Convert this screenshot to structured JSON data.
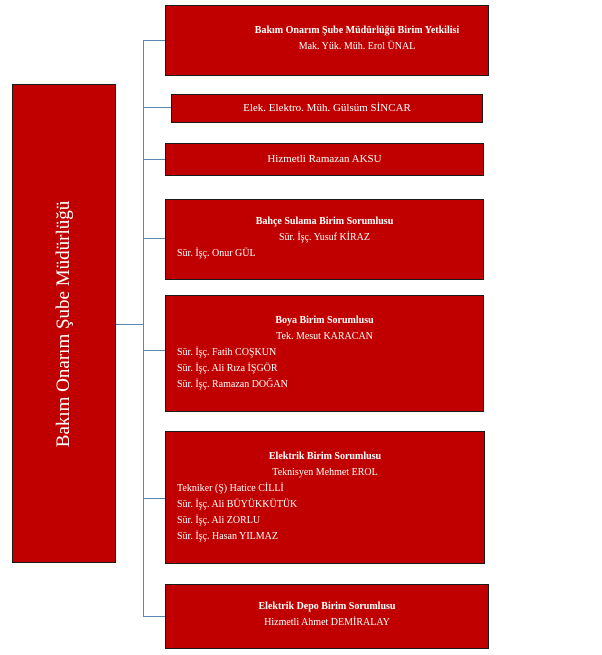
{
  "main_unit": "Bakım Onarım Şube Müdürlüğü",
  "boxes": [
    {
      "title": "Bakım Onarım Şube Müdürlüğü Birim Yetkilisi",
      "head": "Mak. Yük. Müh. Erol ÜNAL",
      "members": []
    },
    {
      "title": "",
      "head": "Elek. Elektro. Müh. Gülsüm SİNCAR",
      "members": []
    },
    {
      "title": "",
      "head": "Hizmetli Ramazan AKSU",
      "members": []
    },
    {
      "title": "Bahçe Sulama Birim Sorumlusu",
      "head": "Sür. İşç. Yusuf KİRAZ",
      "members": [
        "Sür. İşç. Onur GÜL"
      ]
    },
    {
      "title": "Boya Birim Sorumlusu",
      "head": "Tek. Mesut KARACAN",
      "members": [
        "Sür. İşç. Fatih COŞKUN",
        "Sür. İşç. Ali Rıza İŞGÖR",
        "Sür. İşç. Ramazan DOĞAN"
      ]
    },
    {
      "title": "Elektrik Birim Sorumlusu",
      "head": "Teknisyen Mehmet EROL",
      "members": [
        "Tekniker (Ş) Hatice CİLLİ",
        "Sür. İşç. Ali BÜYÜKKÜTÜK",
        "Sür. İşç. Ali ZORLU",
        "Sür. İşç. Hasan YILMAZ"
      ]
    },
    {
      "title": "Elektrik Depo Birim Sorumlusu",
      "head": "Hizmetli Ahmet DEMİRALAY",
      "members": []
    }
  ]
}
